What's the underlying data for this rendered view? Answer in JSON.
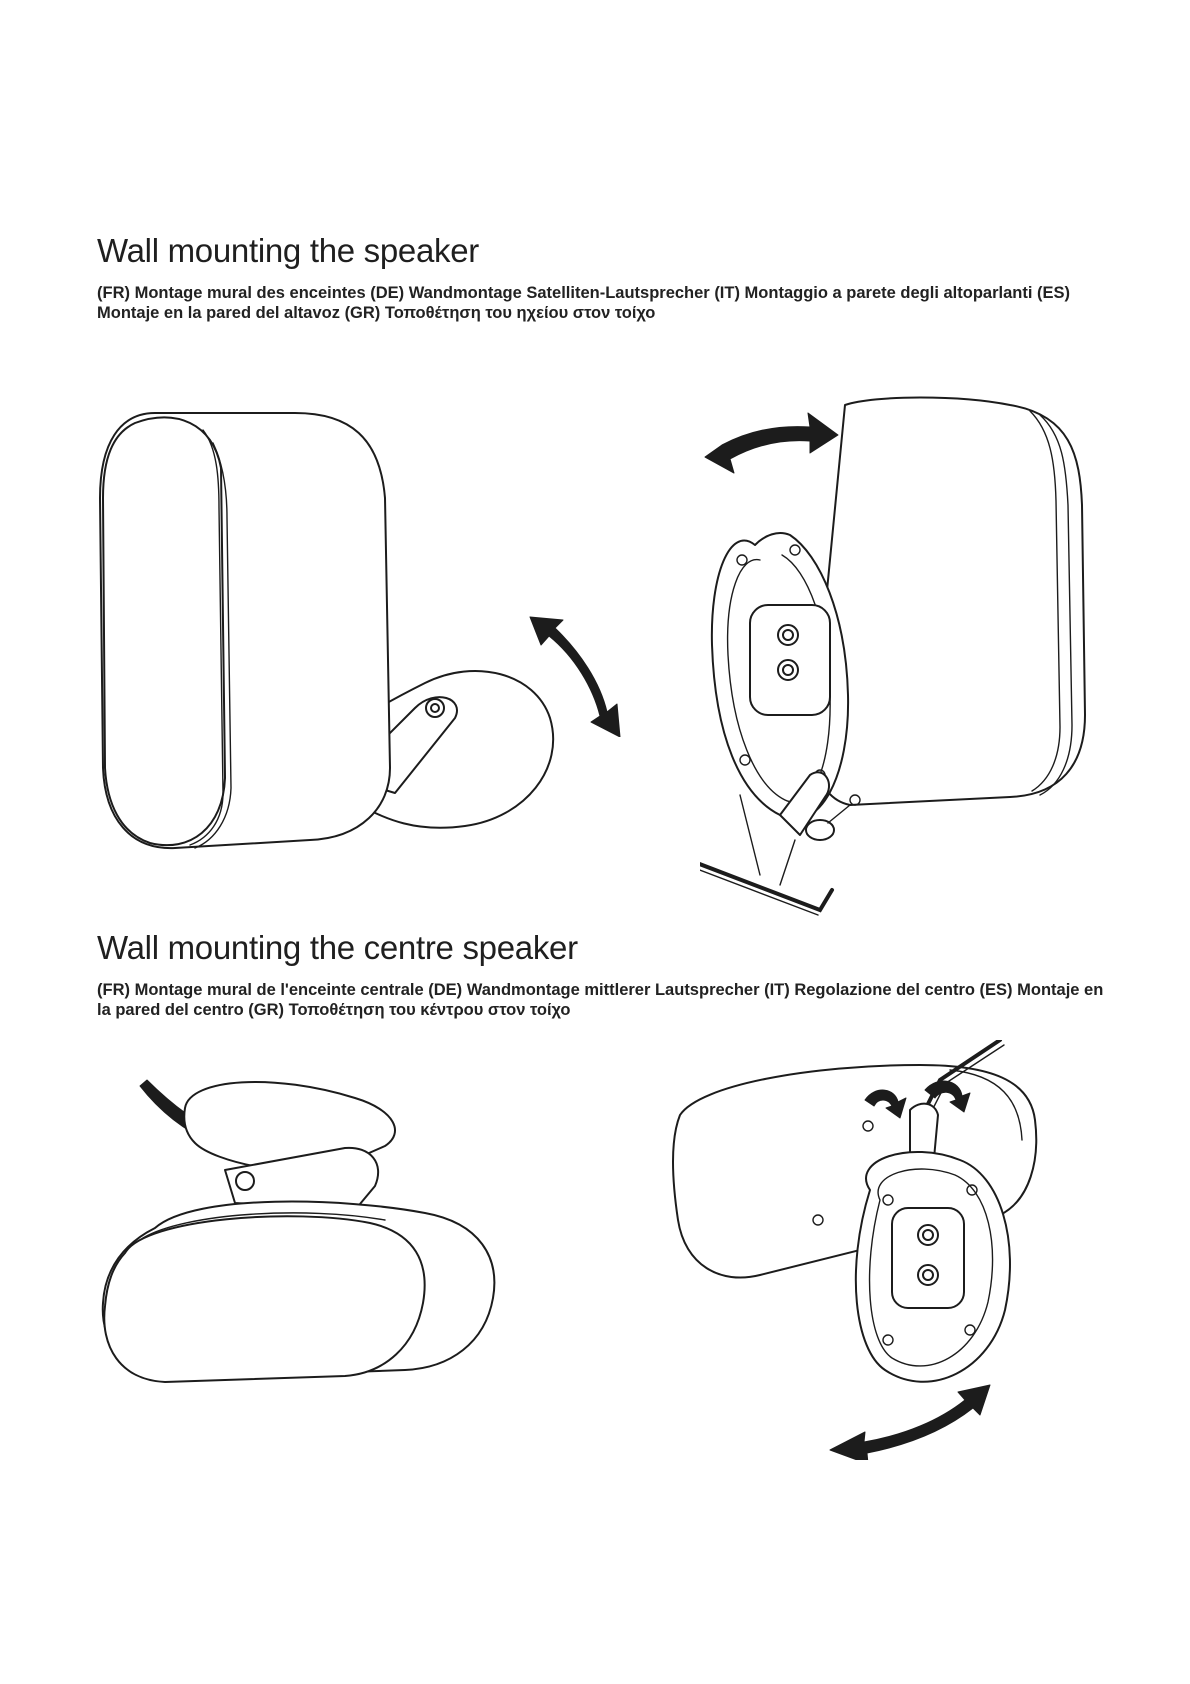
{
  "section1": {
    "title": "Wall mounting the speaker",
    "subtitle": "(FR) Montage mural des enceintes (DE) Wandmontage Satelliten-Lautsprecher (IT) Montaggio a parete degli altoparlanti (ES) Montaje en la pared del altavoz  (GR) Τοποθέτηση του ηχείου στον τοίχο"
  },
  "section2": {
    "title": "Wall mounting the centre speaker",
    "subtitle": "(FR) Montage mural de l'enceinte centrale (DE) Wandmontage mittlerer Lautsprecher (IT) Regolazione del centro (ES) Montaje en la pared del centro  (GR) Τοποθέτηση του κέντρου στον τοίχο"
  },
  "figures": {
    "satellite_speaker_on_bracket": "speaker-illustration",
    "satellite_speaker_rear_mounting": "speaker-illustration",
    "centre_speaker_on_bracket": "speaker-illustration",
    "centre_speaker_rear_mounting": "speaker-illustration",
    "icons": [
      "rotate-arrow-icon",
      "allen-key-icon",
      "screw-icon"
    ]
  }
}
